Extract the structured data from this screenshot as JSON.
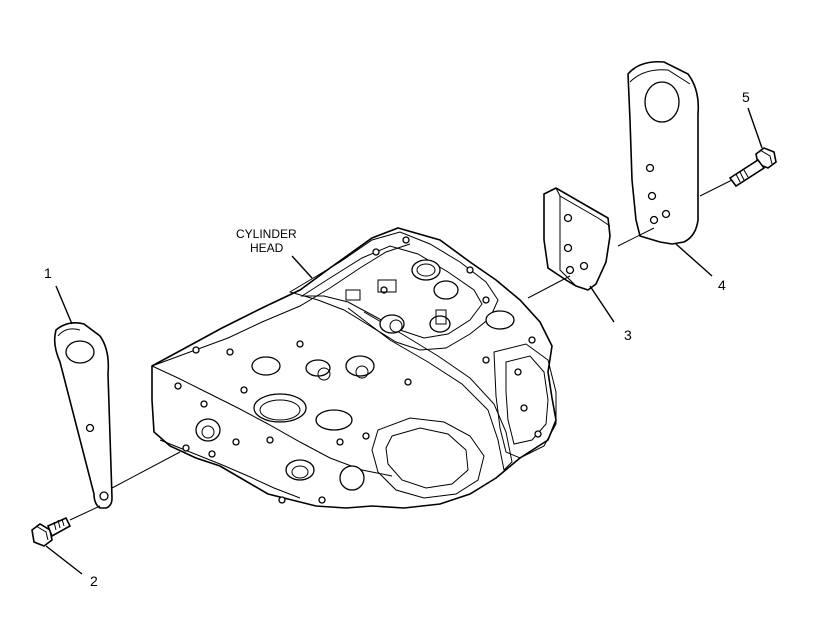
{
  "labels": {
    "cylinder_head_line1": "CYLINDER",
    "cylinder_head_line2": "HEAD",
    "callout_1": "1",
    "callout_2": "2",
    "callout_3": "3",
    "callout_4": "4",
    "callout_5": "5"
  },
  "colors": {
    "ink": "#000000",
    "background": "#ffffff"
  }
}
